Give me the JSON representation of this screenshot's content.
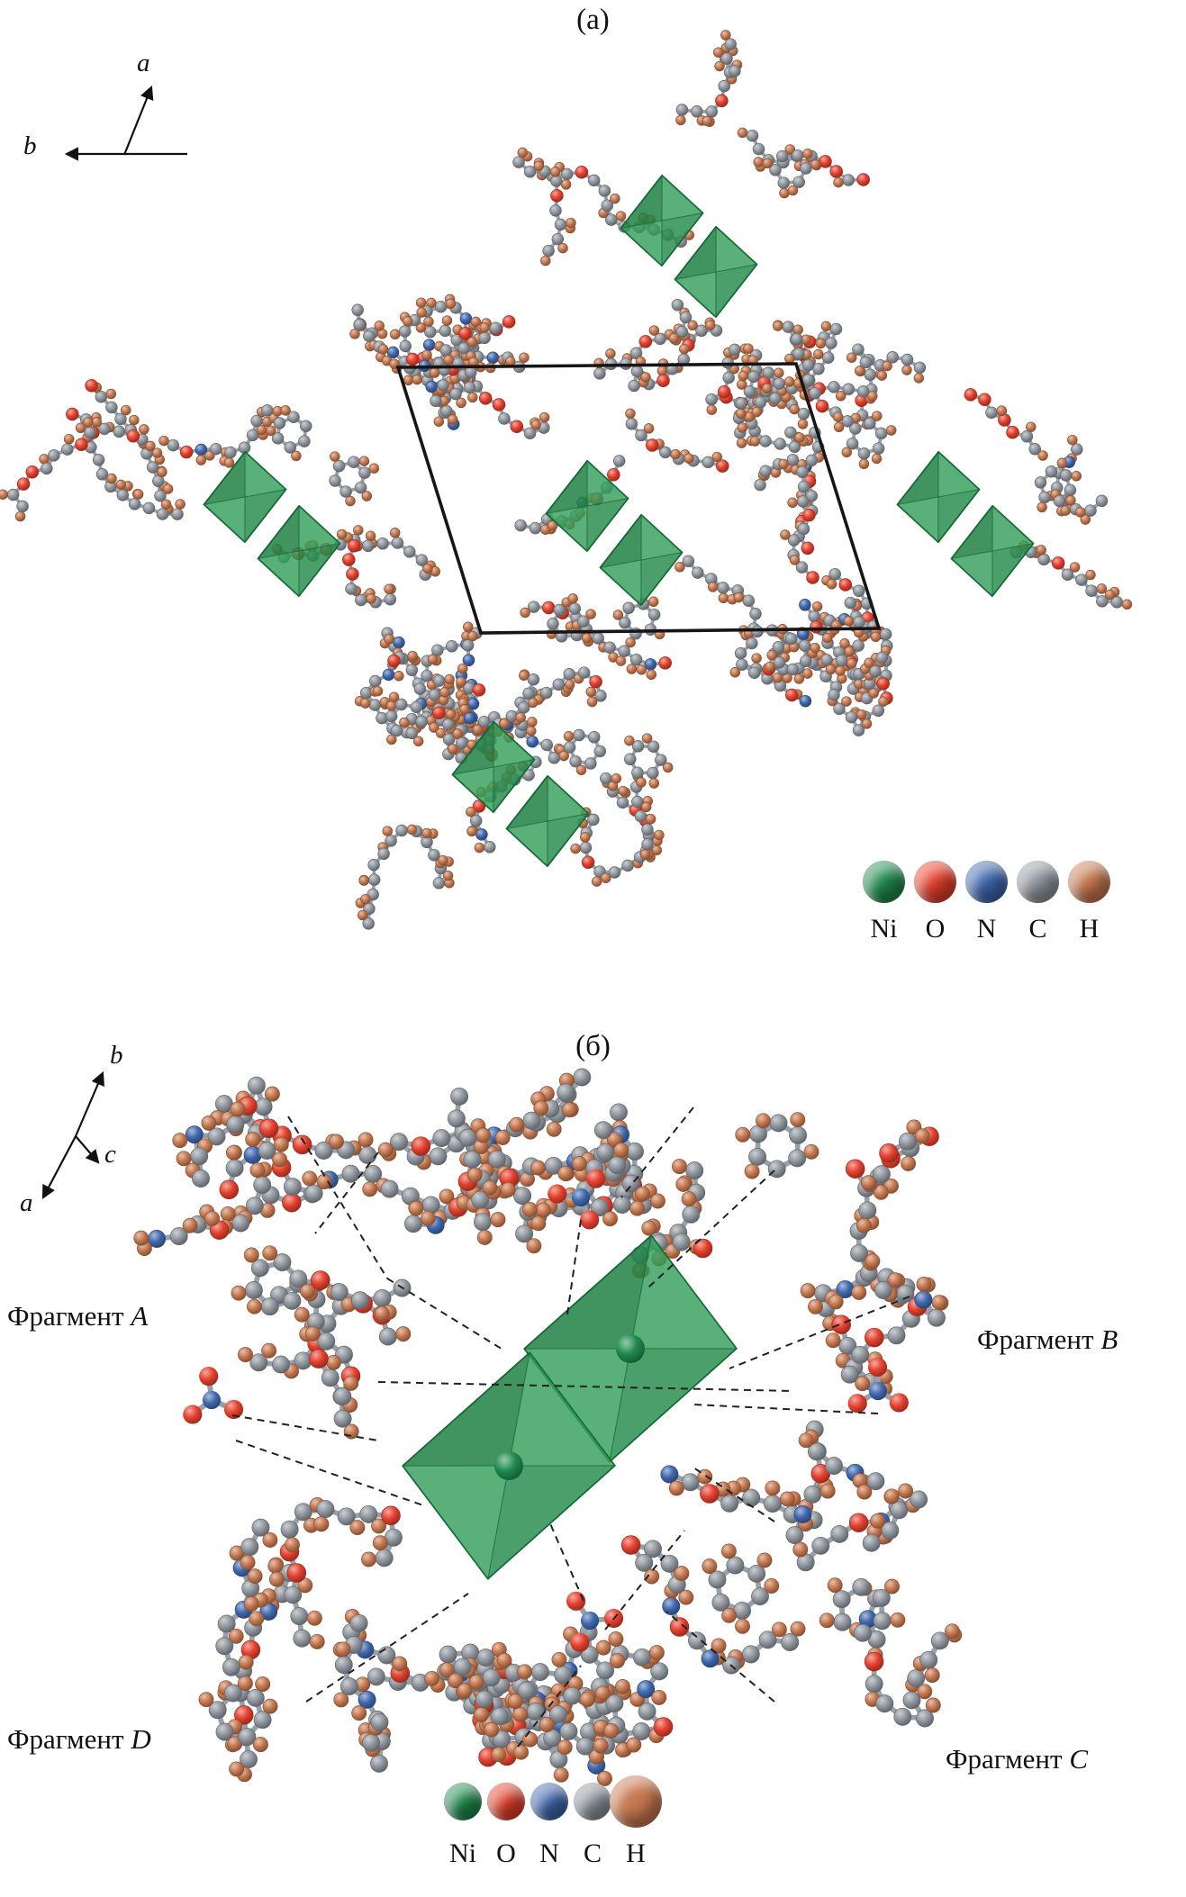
{
  "figure": {
    "panel_a": {
      "title": "(а)",
      "axes": {
        "a": "a",
        "b": "b"
      }
    },
    "panel_b": {
      "title": "(б)",
      "axes": {
        "a": "a",
        "b": "b",
        "c": "c"
      },
      "fragments": {
        "A": {
          "word": "Фрагмент",
          "letter": "A"
        },
        "B": {
          "word": "Фрагмент",
          "letter": "B"
        },
        "C": {
          "word": "Фрагмент",
          "letter": "C"
        },
        "D": {
          "word": "Фрагмент",
          "letter": "D"
        }
      }
    },
    "legend": {
      "items": [
        {
          "symbol": "Ni",
          "color": "#1f8a4d"
        },
        {
          "symbol": "O",
          "color": "#e5402d"
        },
        {
          "symbol": "N",
          "color": "#3f68ae"
        },
        {
          "symbol": "C",
          "color": "#8f969e"
        },
        {
          "symbol": "H",
          "color": "#c6784f"
        }
      ]
    },
    "colors": {
      "background": "#ffffff",
      "polyhedron_fill": "#2f9e57",
      "polyhedron_edge": "#156b36",
      "bond": "#98a0a8",
      "unit_cell_outline": "#161616",
      "hydrogen_bond": "#222222"
    }
  }
}
